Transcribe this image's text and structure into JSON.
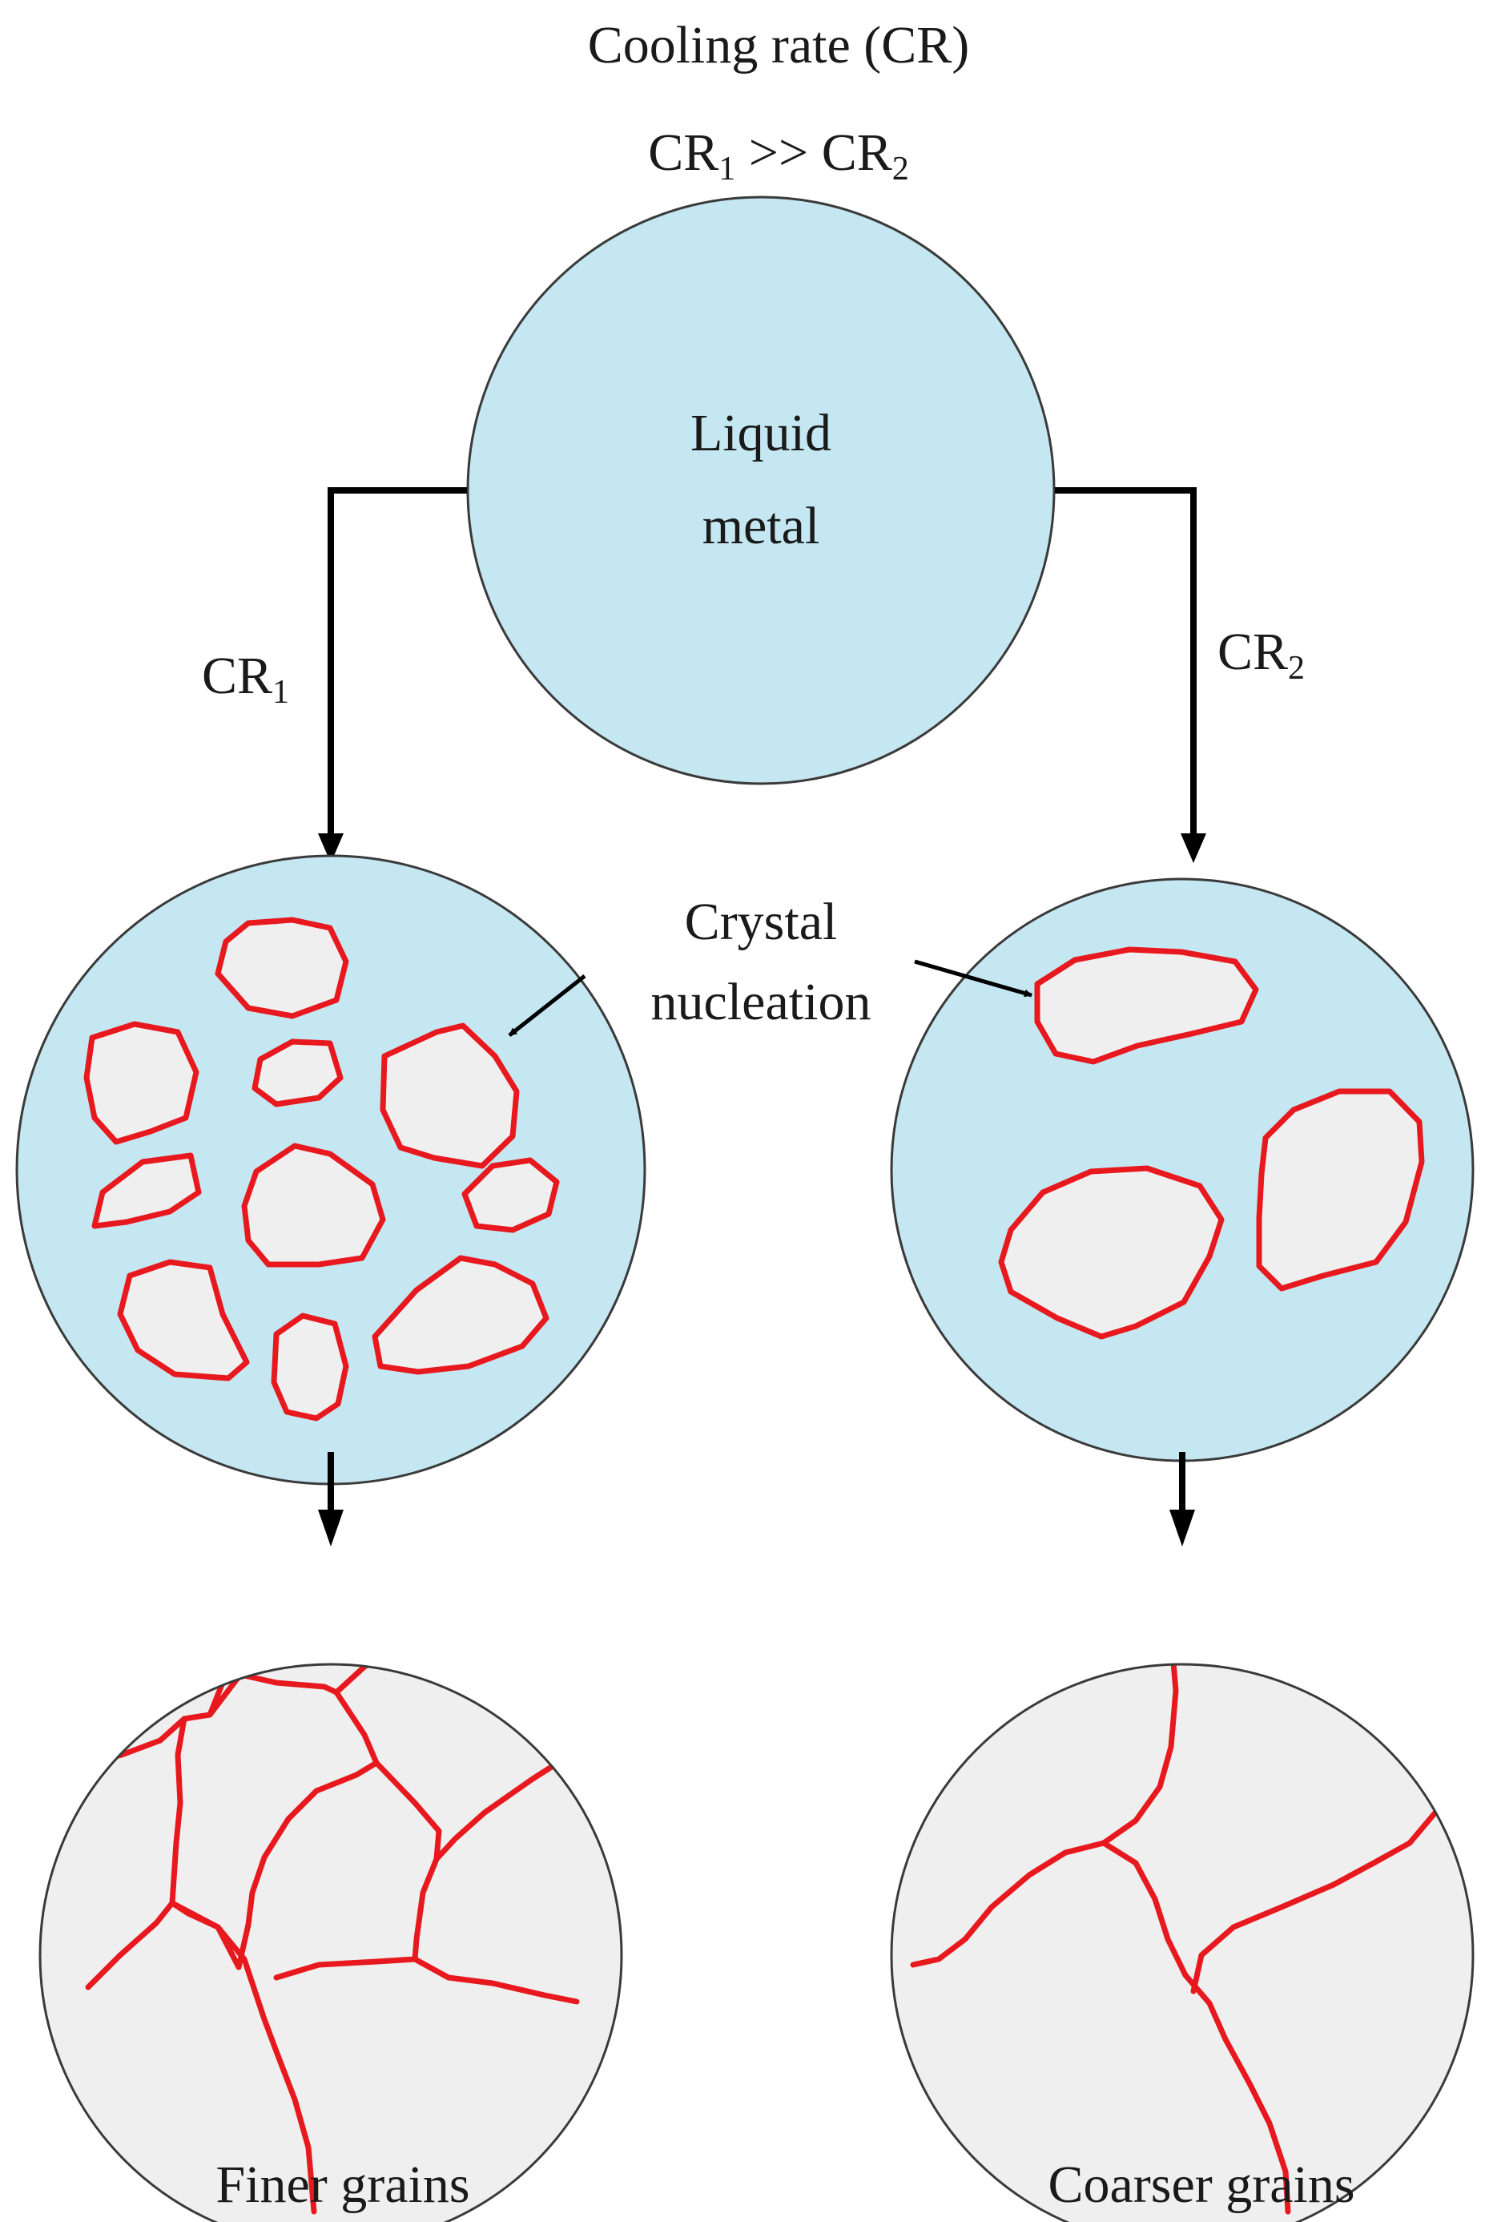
{
  "title": "Cooling rate (CR)",
  "relation": {
    "left": "CR",
    "left_sub": "1",
    "op": " >> ",
    "right": "CR",
    "right_sub": "2"
  },
  "source": {
    "line1": "Liquid",
    "line2": "metal"
  },
  "branches": {
    "left": {
      "label": "CR",
      "sub": "1",
      "result": "Finer grains"
    },
    "right": {
      "label": "CR",
      "sub": "2",
      "result": "Coarser grains"
    }
  },
  "annotation": {
    "line1": "Crystal",
    "line2": "nucleation"
  },
  "colors": {
    "liquid": "#c5e7f1",
    "solid": "#efefef",
    "grain_boundary": "#e8191e",
    "outline": "#3a3a3a",
    "arrow": "#000000"
  }
}
